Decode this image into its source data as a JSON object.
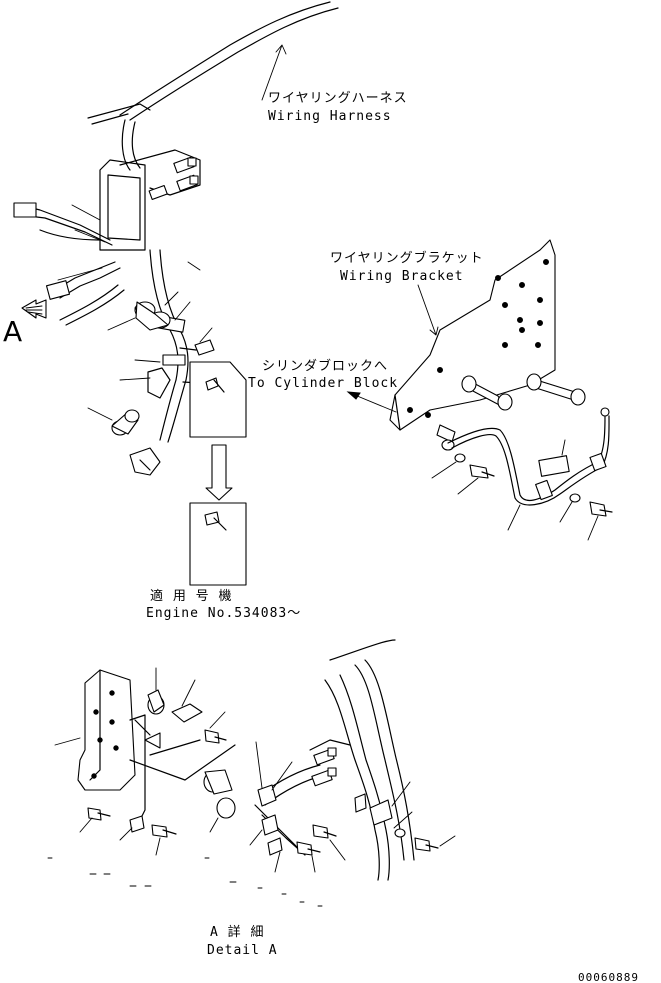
{
  "labels": {
    "wiring_harness_jp": "ワイヤリングハーネス",
    "wiring_harness_en": "Wiring Harness",
    "wiring_bracket_jp": "ワイヤリングブラケット",
    "wiring_bracket_en": "Wiring Bracket",
    "cylinder_block_jp": "シリンダブロックへ",
    "cylinder_block_en": "To Cylinder Block",
    "applicable_jp": "適 用 号 機",
    "engine_no": "Engine No.534083～",
    "view_letter": "A",
    "detail_jp": "A 詳 細",
    "detail_en": "Detail A",
    "drawing_number": "00060889"
  }
}
